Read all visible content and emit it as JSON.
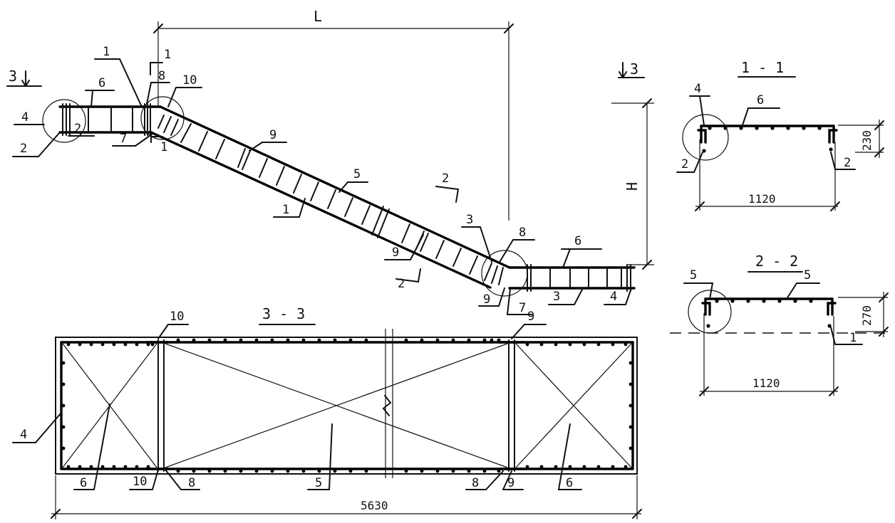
{
  "elevation": {
    "span_label": "L",
    "height_label": "H",
    "section_marks": {
      "s1": "1",
      "s2": "2",
      "s3": "3"
    },
    "callouts": {
      "c1a": "1",
      "c1b": "1",
      "c2a": "2",
      "c2b": "2",
      "c3a": "3",
      "c3b": "3",
      "c4a": "4",
      "c4b": "4",
      "c5": "5",
      "c6a": "6",
      "c6b": "6",
      "c7a": "7",
      "c7b": "7",
      "c8a": "8",
      "c8b": "8",
      "c9a": "9",
      "c9b": "9",
      "c9c": "9",
      "c10": "10"
    }
  },
  "section_1_1": {
    "title": "1 - 1",
    "width_dim": "1120",
    "height_dim": "230",
    "callouts": {
      "a": "4",
      "b": "6",
      "c": "2",
      "d": "2"
    }
  },
  "section_2_2": {
    "title": "2 - 2",
    "width_dim": "1120",
    "height_dim": "270",
    "callouts": {
      "a": "5",
      "b": "5",
      "c": "1"
    }
  },
  "section_3_3": {
    "title": "3 - 3",
    "length_dim": "5630",
    "callouts": {
      "t10": "10",
      "t9": "9",
      "l4": "4",
      "b6a": "6",
      "b10": "10",
      "b8a": "8",
      "b5": "5",
      "b8b": "8",
      "b9": "9",
      "b6b": "6"
    }
  }
}
